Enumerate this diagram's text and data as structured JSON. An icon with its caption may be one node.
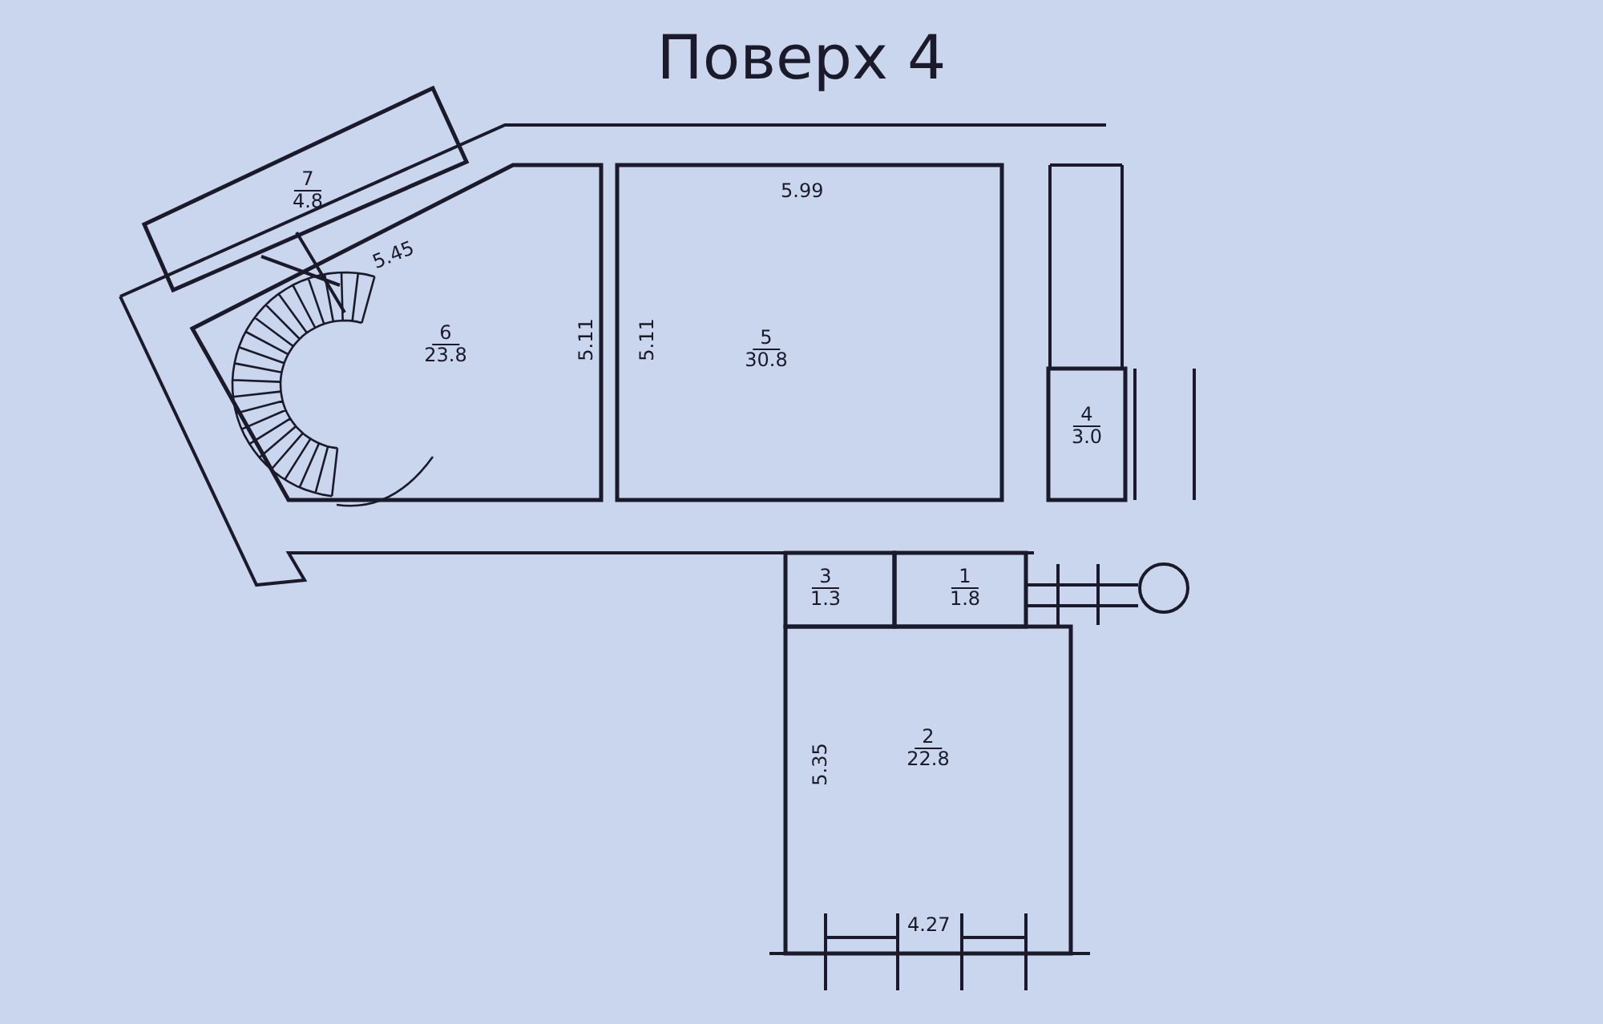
{
  "diagram": {
    "title": "Поверх 4",
    "nodes": [
      {
        "text": [
          "7",
          "4.8"
        ]
      },
      {
        "text": [
          "6",
          "23.8"
        ]
      },
      {
        "text": [
          "5",
          "30.8"
        ]
      },
      {
        "text": [
          "4",
          "3.0"
        ]
      },
      {
        "text": [
          "3",
          "1.3"
        ]
      },
      {
        "text": [
          "1",
          "1.8"
        ]
      },
      {
        "text": [
          "2",
          "22.8"
        ]
      }
    ],
    "labels": [
      "5.45",
      "5.11",
      "5.11",
      "5.99",
      "5.35",
      "4.27"
    ]
  }
}
